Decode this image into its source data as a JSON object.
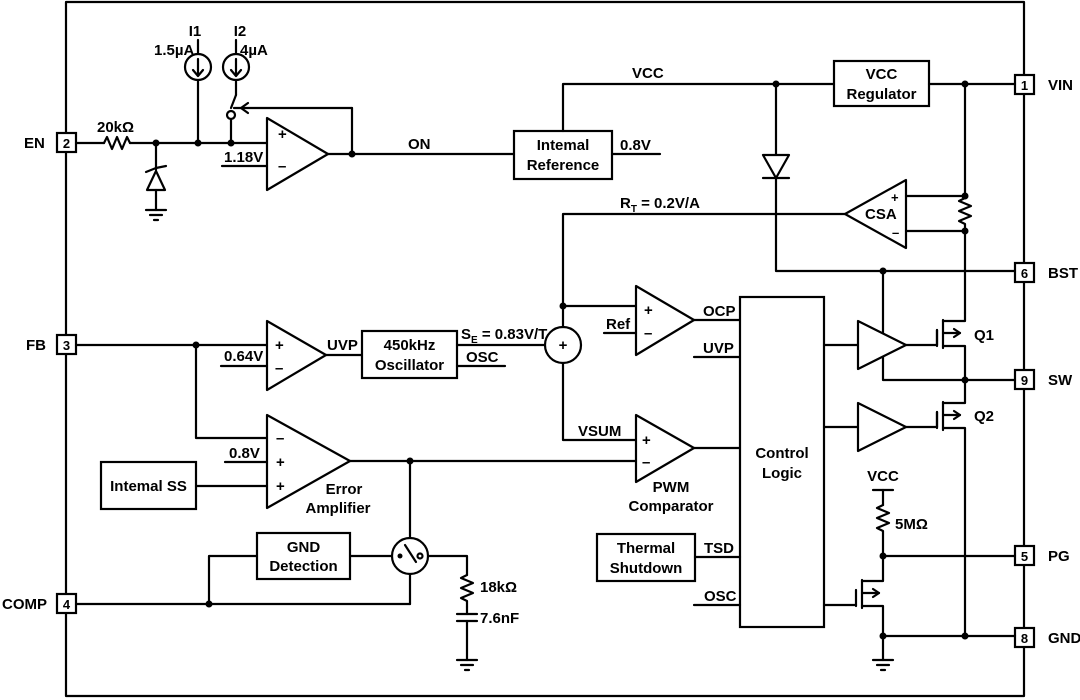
{
  "pins": {
    "en": {
      "num": "2",
      "name": "EN"
    },
    "fb": {
      "num": "3",
      "name": "FB"
    },
    "comp": {
      "num": "4",
      "name": "COMP"
    },
    "vin": {
      "num": "1",
      "name": "VIN"
    },
    "bst": {
      "num": "6",
      "name": "BST"
    },
    "sw": {
      "num": "9",
      "name": "SW"
    },
    "pg": {
      "num": "5",
      "name": "PG"
    },
    "gnd": {
      "num": "8",
      "name": "GND"
    }
  },
  "blocks": {
    "vcc_regulator": [
      "VCC",
      "Regulator"
    ],
    "internal_reference": [
      "Intemal",
      "Reference"
    ],
    "oscillator": [
      "450kHz",
      "Oscillator"
    ],
    "internal_ss": "Intemal SS",
    "gnd_detection": [
      "GND",
      "Detection"
    ],
    "control_logic": [
      "Control",
      "Logic"
    ],
    "thermal_shutdown": [
      "Thermal",
      "Shutdown"
    ],
    "csa": "CSA",
    "error_amplifier": [
      "Error",
      "Amplifier"
    ],
    "pwm_comparator": [
      "PWM",
      "Comparator"
    ]
  },
  "labels": {
    "i1": "I1",
    "i1_val": "1.5µA",
    "i2": "I2",
    "i2_val": "4µA",
    "r_en": "20kΩ",
    "v_en_ref": "1.18V",
    "on": "ON",
    "vcc_top": "VCC",
    "v_ref": "0.8V",
    "rt_main": "R",
    "rt_sub": "T",
    "rt_rest": " = 0.2V/A",
    "uvp_ref": "0.64V",
    "uvp_out": "UVP",
    "se_main": "S",
    "se_sub": "E",
    "se_rest": " = 0.83V/T",
    "osc_out": "OSC",
    "sum": "+",
    "ref": "Ref",
    "ocp": "OCP",
    "uvp_in": "UVP",
    "vsum": "VSUM",
    "ea_ref": "0.8V",
    "tsd": "TSD",
    "osc_in": "OSC",
    "q1": "Q1",
    "q2": "Q2",
    "vcc_pg": "VCC",
    "r_pg": "5MΩ",
    "r_comp": "18kΩ",
    "c_comp": "7.6nF",
    "plus": "+",
    "minus": "–"
  }
}
